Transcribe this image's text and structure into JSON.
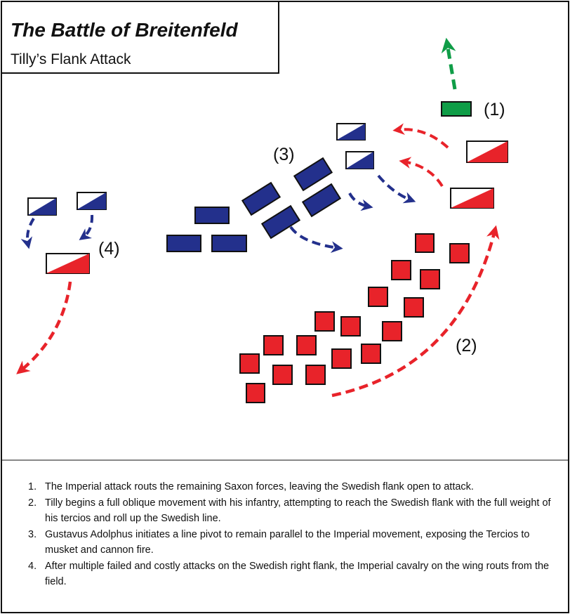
{
  "title": "The Battle of Breitenfeld",
  "subtitle": "Tilly’s Flank Attack",
  "colors": {
    "swedish": "#23308c",
    "imperial": "#e8232a",
    "saxon": "#0f9d47",
    "outline": "#111111"
  },
  "map_labels": {
    "step_1": "(1)",
    "step_2": "(2)",
    "step_3": "(3)",
    "step_4": "(4)"
  },
  "legend": [
    {
      "num": "1.",
      "text": "The Imperial attack routs the remaining Saxon forces, leaving the Swedish flank open to attack."
    },
    {
      "num": "2.",
      "text": "Tilly begins a full oblique movement with his infantry, attempting to reach the Swedish flank with the full weight of his tercios and roll up the Swedish line."
    },
    {
      "num": "3.",
      "text": "Gustavus Adolphus initiates a line pivot to remain parallel to the Imperial movement, exposing the Tercios to musket and cannon fire."
    },
    {
      "num": "4.",
      "text": "After multiple failed and costly attacks on the Swedish right flank, the Imperial cavalry on the wing routs from the field."
    }
  ]
}
